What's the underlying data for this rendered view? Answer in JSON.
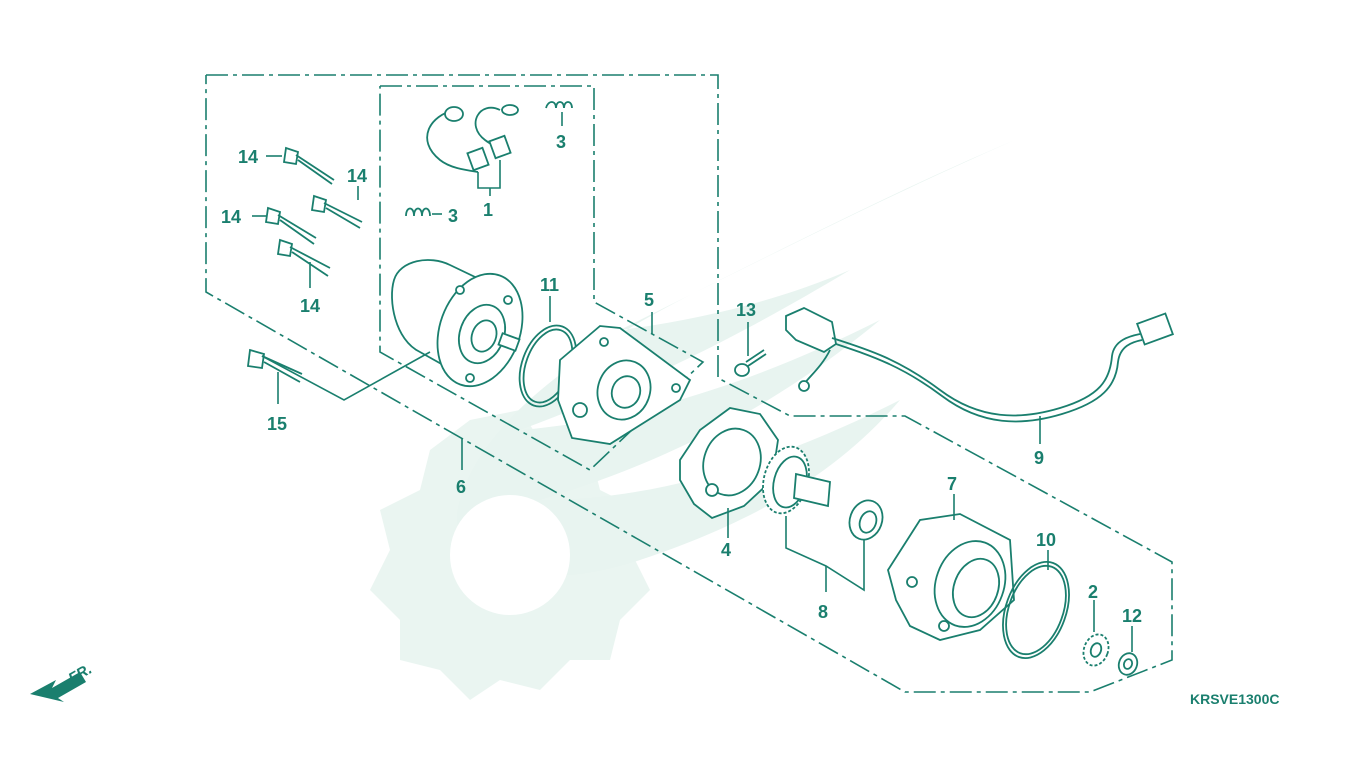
{
  "diagram": {
    "diagram_code": "KRSVE1300C",
    "direction_label": "FR.",
    "callouts": {
      "c1": "1",
      "c2": "2",
      "c3a": "3",
      "c3b": "3",
      "c4": "4",
      "c5": "5",
      "c6": "6",
      "c7": "7",
      "c8": "8",
      "c9": "9",
      "c10": "10",
      "c11": "11",
      "c12": "12",
      "c13": "13",
      "c14a": "14",
      "c14b": "14",
      "c14c": "14",
      "c14d": "14",
      "c15": "15"
    }
  }
}
